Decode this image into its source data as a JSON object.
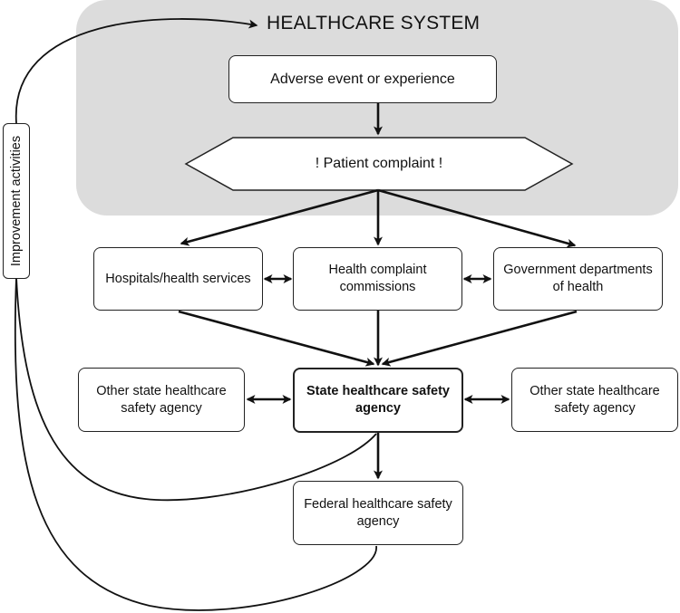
{
  "diagram": {
    "title": "HEALTHCARE SYSTEM",
    "nodes": {
      "adverse_event": "Adverse event or experience",
      "patient_complaint": "! Patient complaint !",
      "hospitals": "Hospitals/health services",
      "complaint_commissions": "Health complaint commissions",
      "government": "Government departments of health",
      "other_state_left": "Other state healthcare safety agency",
      "state_agency": "State healthcare safety agency",
      "other_state_right": "Other state healthcare safety agency",
      "federal_agency": "Federal healthcare safety agency"
    },
    "side_label": "Improvement activities",
    "edges": [
      {
        "from": "adverse_event",
        "to": "patient_complaint",
        "type": "arrow"
      },
      {
        "from": "patient_complaint",
        "to": "hospitals",
        "type": "arrow"
      },
      {
        "from": "patient_complaint",
        "to": "complaint_commissions",
        "type": "arrow"
      },
      {
        "from": "patient_complaint",
        "to": "government",
        "type": "arrow"
      },
      {
        "from": "hospitals",
        "to": "complaint_commissions",
        "type": "bidirectional"
      },
      {
        "from": "complaint_commissions",
        "to": "government",
        "type": "bidirectional"
      },
      {
        "from": "hospitals",
        "to": "state_agency",
        "type": "arrow"
      },
      {
        "from": "complaint_commissions",
        "to": "state_agency",
        "type": "arrow"
      },
      {
        "from": "government",
        "to": "state_agency",
        "type": "arrow"
      },
      {
        "from": "other_state_left",
        "to": "state_agency",
        "type": "bidirectional"
      },
      {
        "from": "state_agency",
        "to": "other_state_right",
        "type": "bidirectional"
      },
      {
        "from": "state_agency",
        "to": "federal_agency",
        "type": "arrow"
      },
      {
        "from": "state_agency",
        "to": "healthcare_system",
        "type": "feedback-curve"
      },
      {
        "from": "federal_agency",
        "to": "healthcare_system",
        "type": "feedback-curve"
      }
    ]
  }
}
